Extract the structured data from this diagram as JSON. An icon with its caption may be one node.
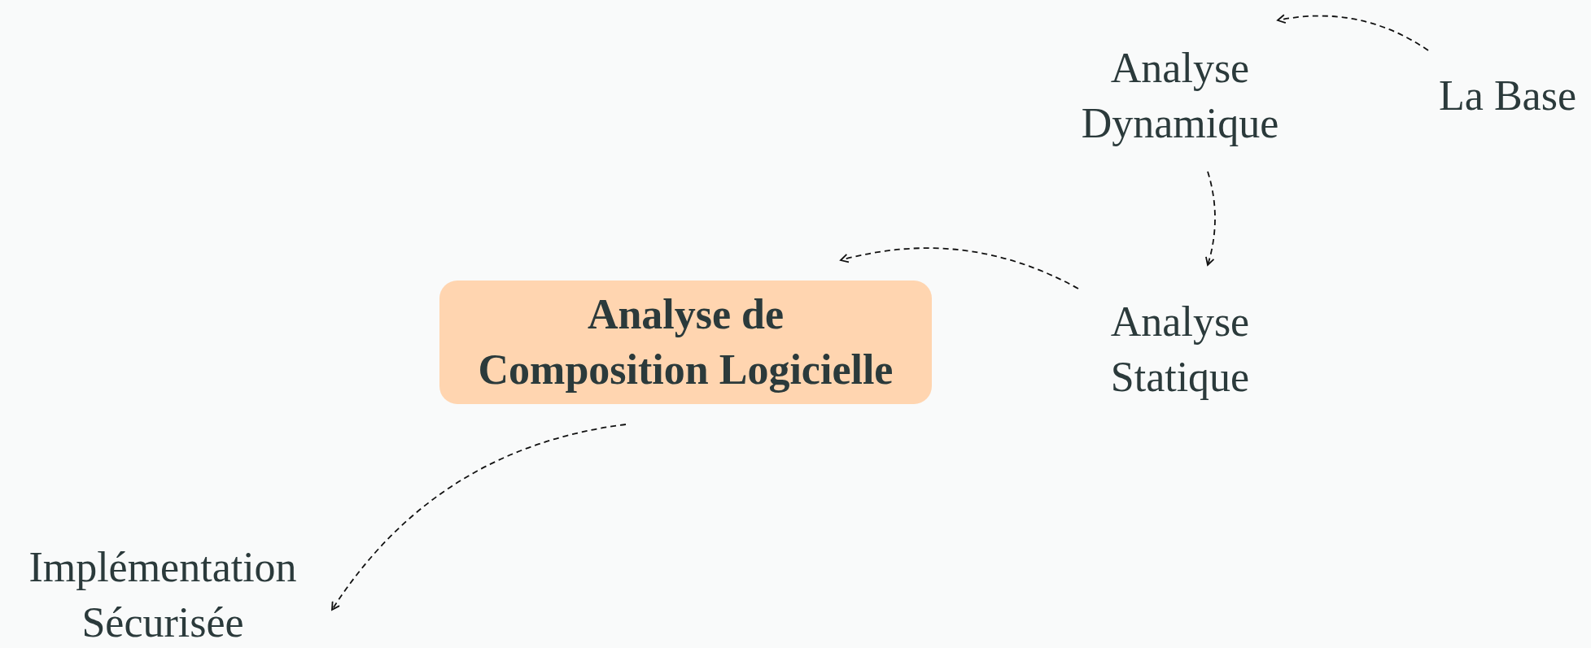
{
  "diagram": {
    "nodes": [
      {
        "text": [
          "Analyse de Composition Logicielle"
        ]
      },
      {
        "text": [
          "Analyse Statique"
        ]
      },
      {
        "text": [
          "Analyse Dynamique"
        ]
      },
      {
        "text": [
          "La Base"
        ]
      },
      {
        "text": [
          "Implémentation Sécurisée"
        ]
      }
    ],
    "edges": [
      {
        "from": 3,
        "to": 2,
        "arrow": "to",
        "style": "dashed"
      },
      {
        "from": 2,
        "to": 1,
        "arrow": "to",
        "style": "dashed"
      },
      {
        "from": 1,
        "to": 0,
        "arrow": "to",
        "style": "dashed"
      },
      {
        "from": 0,
        "to": 4,
        "arrow": "to",
        "style": "dashed"
      }
    ]
  }
}
